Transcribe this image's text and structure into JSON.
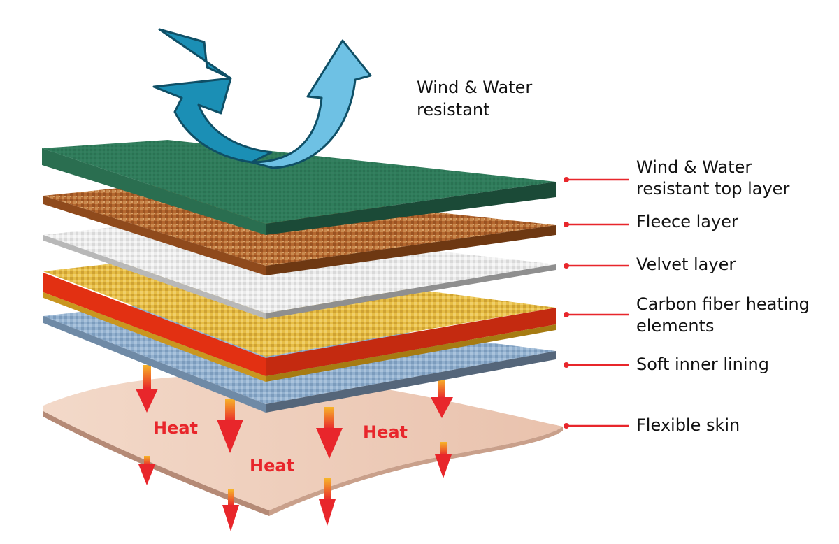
{
  "headline": {
    "line1": "Wind & Water",
    "line2": "resistant"
  },
  "layers": [
    {
      "id": "top",
      "line1": "Wind & Water",
      "line2": "resistant top layer",
      "color": "#2e7a58"
    },
    {
      "id": "fleece",
      "line1": "Fleece layer",
      "color": "#b0622a"
    },
    {
      "id": "velvet",
      "line1": "Velvet layer",
      "color": "#e6e6e6"
    },
    {
      "id": "carbon",
      "line1": "Carbon fiber heating",
      "line2": "elements",
      "color": "#e8c04a"
    },
    {
      "id": "lining",
      "line1": "Soft inner lining",
      "color": "#8eaccc"
    },
    {
      "id": "skin",
      "line1": "Flexible skin",
      "color": "#efcfbd"
    }
  ],
  "heat_labels": [
    "Heat",
    "Heat",
    "Heat"
  ],
  "colors": {
    "leader_line": "#e8262b",
    "heat_text": "#e8262b",
    "arrow_in": "#1b8fb5",
    "arrow_out": "#6ec1e4",
    "heat_arrow_top": "#f7b52a",
    "heat_arrow_bottom": "#e8262b"
  },
  "icons": [
    "wind-down-arrow-icon",
    "deflect-up-arrow-icon",
    "heat-arrow-icon"
  ]
}
